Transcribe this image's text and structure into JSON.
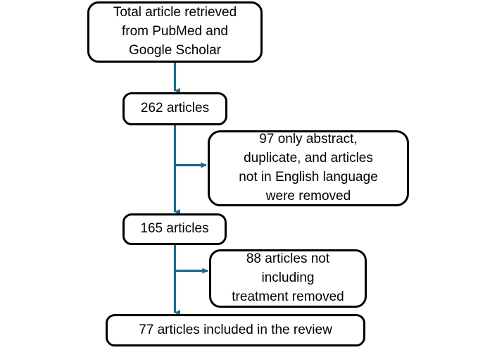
{
  "diagram": {
    "title": "Article selection flow diagram",
    "type": "flowchart",
    "background_color": "#ffffff",
    "box_border_color": "#000000",
    "arrow_color": "#1A6A8C",
    "text_color": "#000000"
  },
  "nodes": {
    "total_retrieved": {
      "id": "total-retrieved",
      "text": "Total article retrieved\nfrom PubMed and\nGoogle Scholar",
      "shape": "rounded-rectangle"
    },
    "records_262": {
      "id": "records-262",
      "text": "262 articles",
      "count": 262,
      "shape": "rounded-rectangle"
    },
    "excluded_97": {
      "id": "excluded-97",
      "text": "97 only abstract,\nduplicate, and articles\nnot in English language\nwere removed",
      "count": 97,
      "shape": "rounded-rectangle"
    },
    "records_165": {
      "id": "records-165",
      "text": "165 articles",
      "count": 165,
      "shape": "rounded-rectangle"
    },
    "excluded_88": {
      "id": "excluded-88",
      "text": "88 articles not\nincluding\ntreatment removed",
      "count": 88,
      "shape": "rounded-rectangle"
    },
    "included_77": {
      "id": "included-77",
      "text": "77 articles included in the review",
      "count": 77,
      "shape": "rounded-rectangle"
    }
  },
  "connectors": [
    {
      "id": "arrow-total-to-262",
      "from": "total_retrieved",
      "to": "records_262",
      "direction": "down"
    },
    {
      "id": "arrow-262-to-165",
      "from": "records_262",
      "to": "records_165",
      "direction": "down"
    },
    {
      "id": "arrow-262-to-excl97",
      "from": "records_262",
      "to": "excluded_97",
      "direction": "right"
    },
    {
      "id": "arrow-165-to-77",
      "from": "records_165",
      "to": "included_77",
      "direction": "down"
    },
    {
      "id": "arrow-165-to-excl88",
      "from": "records_165",
      "to": "excluded_88",
      "direction": "right"
    }
  ]
}
